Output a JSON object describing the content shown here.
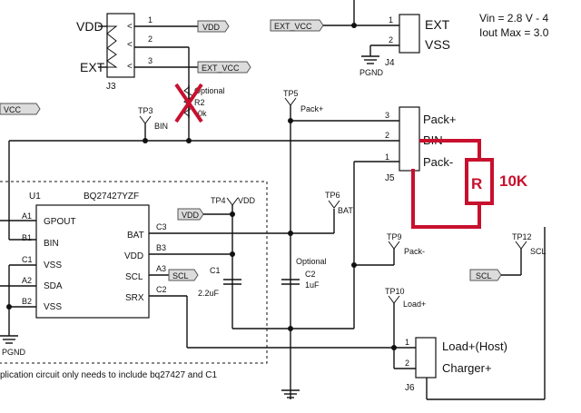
{
  "specs": {
    "vin": "Vin = 2.8 V - 4",
    "iout": "Iout Max = 3.0"
  },
  "connectors": {
    "j3": {
      "ref": "J3",
      "labels": [
        "VDD",
        "EXT"
      ],
      "pins": [
        "1",
        "2",
        "3"
      ],
      "pin_arrow": "<"
    },
    "j4": {
      "ref": "J4",
      "labels": [
        "EXT",
        "VSS"
      ],
      "pins": [
        "1",
        "2"
      ]
    },
    "j5": {
      "ref": "J5",
      "labels": [
        "Pack+",
        "BIN",
        "Pack-"
      ],
      "pins": [
        "3",
        "2",
        "1"
      ]
    },
    "j6": {
      "ref": "J6",
      "labels": [
        "Load+(Host)",
        "Charger+"
      ],
      "pins": [
        "1",
        "2"
      ]
    }
  },
  "nets": {
    "vdd": "VDD",
    "ext_vcc": "EXT_VCC",
    "vcc_left": "VCC",
    "scl": "SCL",
    "pgnd": "PGND"
  },
  "r2": {
    "optional": "Optional",
    "ref": "R2",
    "value": "0k"
  },
  "ic": {
    "ref": "U1",
    "part": "BQ27427YZF",
    "left_pins": [
      {
        "ball": "A1",
        "name": "GPOUT"
      },
      {
        "ball": "B1",
        "name": "BIN"
      },
      {
        "ball": "C1",
        "name": "VSS"
      },
      {
        "ball": "A2",
        "name": "SDA"
      },
      {
        "ball": "B2",
        "name": "VSS"
      }
    ],
    "right_pins": [
      {
        "ball": "C3",
        "name": "BAT"
      },
      {
        "ball": "B3",
        "name": "VDD"
      },
      {
        "ball": "A3",
        "name": "SCL"
      },
      {
        "ball": "C2",
        "name": "SRX"
      }
    ]
  },
  "testpoints": {
    "tp3": {
      "ref": "TP3",
      "net": "BIN"
    },
    "tp4": {
      "ref": "TP4",
      "net": "VDD"
    },
    "tp5": {
      "ref": "TP5",
      "net": "Pack+"
    },
    "tp6": {
      "ref": "TP6",
      "net": "BAT"
    },
    "tp9": {
      "ref": "TP9",
      "net": "Pack-"
    },
    "tp10": {
      "ref": "TP10",
      "net": "Load+"
    },
    "tp12": {
      "ref": "TP12",
      "net": "SCL"
    }
  },
  "caps": {
    "c1": {
      "ref": "C1",
      "value": "2.2uF"
    },
    "c2": {
      "optional": "Optional",
      "ref": "C2",
      "value": "1uF"
    }
  },
  "added_resistor": {
    "ref": "R",
    "value": "10K",
    "color": "#c8102e"
  },
  "note": "plication circuit only needs to include bq27427 and C1"
}
